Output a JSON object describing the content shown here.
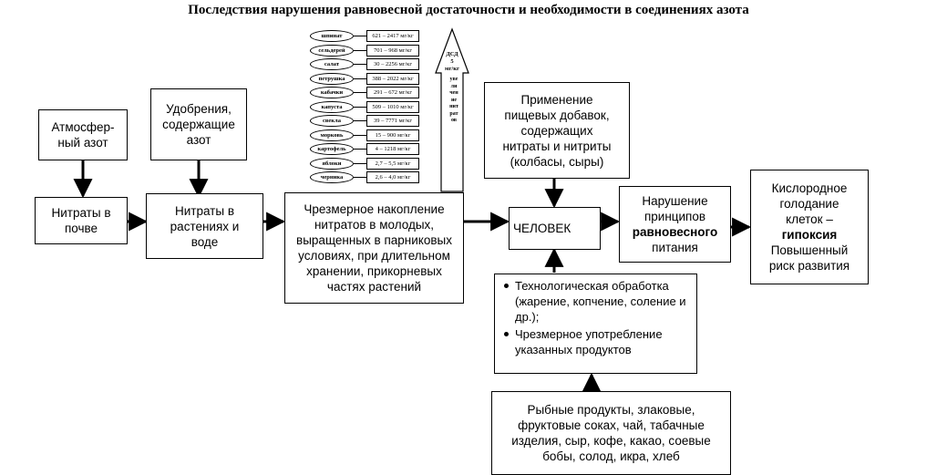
{
  "title": "Последствия нарушения равновесной достаточности и необходимости в соединениях азота",
  "nodes": {
    "atm": "Атмосфер-\nный азот",
    "fert": "Удобрения,\nсодержащие\nазот",
    "soil": "Нитраты в\nпочве",
    "plants": "Нитраты в\nрастениях и\nводе",
    "accum": "Чрезмерное накопление\nнитратов в молодых,\nвыращенных в парниковых\nусловиях, при длительном\nхранении, прикорневых\nчастях растений",
    "human": "ЧЕЛОВЕК",
    "additives": "Применение\nпищевых добавок,\nсодержащих\nнитраты и нитриты\n(колбасы, сыры)",
    "balance_prefix": "Нарушение\nпринципов",
    "balance_bold": "равновесного",
    "balance_suffix": "питания",
    "oxygen_prefix": "Кислородное\nголодание\nклеток –",
    "oxygen_bold": "гипоксия",
    "oxygen_suffix": "Повышенный\nриск развития",
    "processing": [
      "Технологическая обработка (жарение, копчение, соление и др.);",
      "Чрезмерное употребление указанных продуктов"
    ],
    "products": "Рыбные продукты, злаковые,\nфруктовые соках, чай, табачные\nизделия, сыр, кофе, какао, соевые\nбобы, солод, икра, хлеб"
  },
  "nitrate_table": [
    {
      "name": "шпинат",
      "value": "621 – 2417 мг/кг"
    },
    {
      "name": "сельдерей",
      "value": "701 – 968 мг/кг"
    },
    {
      "name": "салат",
      "value": "30 – 2256 мг/кг"
    },
    {
      "name": "петрушка",
      "value": "388 – 2022 мг/кг"
    },
    {
      "name": "кабачки",
      "value": "291 – 672 мг/кг"
    },
    {
      "name": "капуста",
      "value": "509 – 1010 мг/кг"
    },
    {
      "name": "свекла",
      "value": "39 – 7771 мг/кг"
    },
    {
      "name": "морковь",
      "value": "15 – 900 мг/кг"
    },
    {
      "name": "картофель",
      "value": "4 – 1218 мг/кг"
    },
    {
      "name": "яблоки",
      "value": "2,7 – 5,5 мг/кг"
    },
    {
      "name": "черника",
      "value": "2,6 – 4,0 мг/кг"
    }
  ],
  "big_arrow": {
    "label": "ДСД\n5\nмг/кг",
    "text": "увеличение нитратов"
  }
}
